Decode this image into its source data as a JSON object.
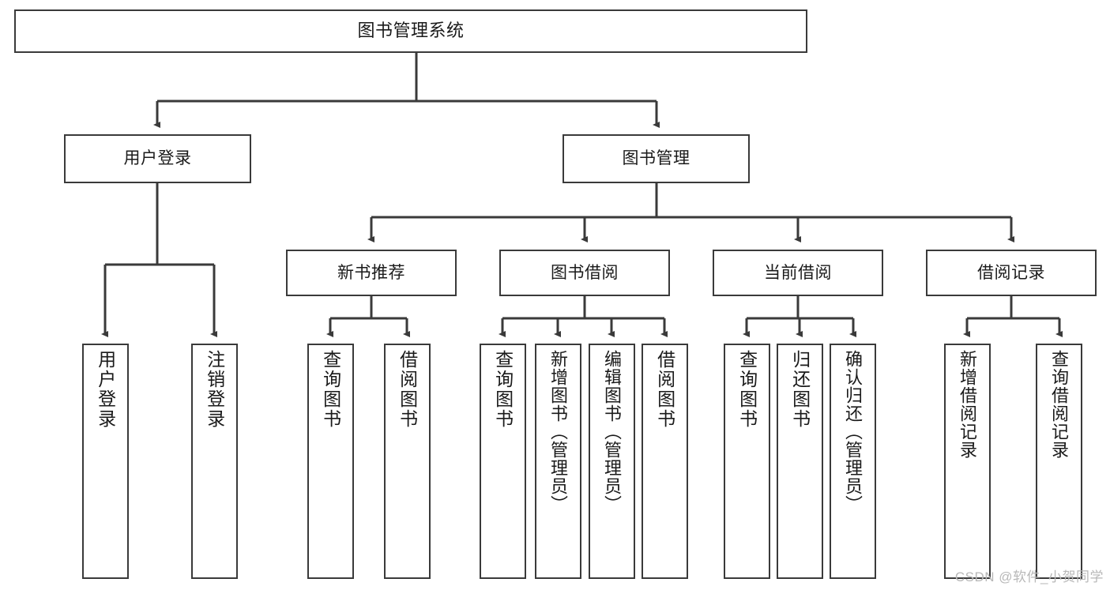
{
  "diagram": {
    "title": "图书管理系统",
    "type": "tree-hierarchy-diagram",
    "colors": {
      "box_border": "#3a3a3a",
      "box_fill": "#ffffff",
      "edge": "#3a3a3a",
      "text": "#1a1a1a",
      "watermark": "#b8b8b8"
    },
    "nodes": {
      "root": {
        "label": "图书管理系统"
      },
      "level2": [
        {
          "id": "user-login",
          "label": "用户登录"
        },
        {
          "id": "book-management",
          "label": "图书管理"
        }
      ],
      "level3": [
        {
          "id": "new-book-recommend",
          "label": "新书推荐"
        },
        {
          "id": "book-borrow",
          "label": "图书借阅"
        },
        {
          "id": "current-borrow",
          "label": "当前借阅"
        },
        {
          "id": "borrow-record",
          "label": "借阅记录"
        }
      ],
      "leaves": {
        "user_login": [
          {
            "id": "leaf-user-login",
            "label": "用户登录"
          },
          {
            "id": "leaf-logout-login",
            "label": "注销登录"
          }
        ],
        "new_book_recommend": [
          {
            "id": "leaf-query-book-1",
            "label": "查询图书"
          },
          {
            "id": "leaf-borrow-book-1",
            "label": "借阅图书"
          }
        ],
        "book_borrow": [
          {
            "id": "leaf-query-book-2",
            "label": "查询图书"
          },
          {
            "id": "leaf-add-book",
            "label": "新增图书（管理员）"
          },
          {
            "id": "leaf-edit-book",
            "label": "编辑图书（管理员）"
          },
          {
            "id": "leaf-borrow-book-2",
            "label": "借阅图书"
          }
        ],
        "current_borrow": [
          {
            "id": "leaf-query-book-3",
            "label": "查询图书"
          },
          {
            "id": "leaf-return-book",
            "label": "归还图书"
          },
          {
            "id": "leaf-confirm-return",
            "label": "确认归还（管理员）"
          }
        ],
        "borrow_record": [
          {
            "id": "leaf-add-record",
            "label": "新增借阅记录"
          },
          {
            "id": "leaf-query-record",
            "label": "查询借阅记录"
          }
        ]
      }
    },
    "watermark": "CSDN @软件_小贺同学"
  }
}
